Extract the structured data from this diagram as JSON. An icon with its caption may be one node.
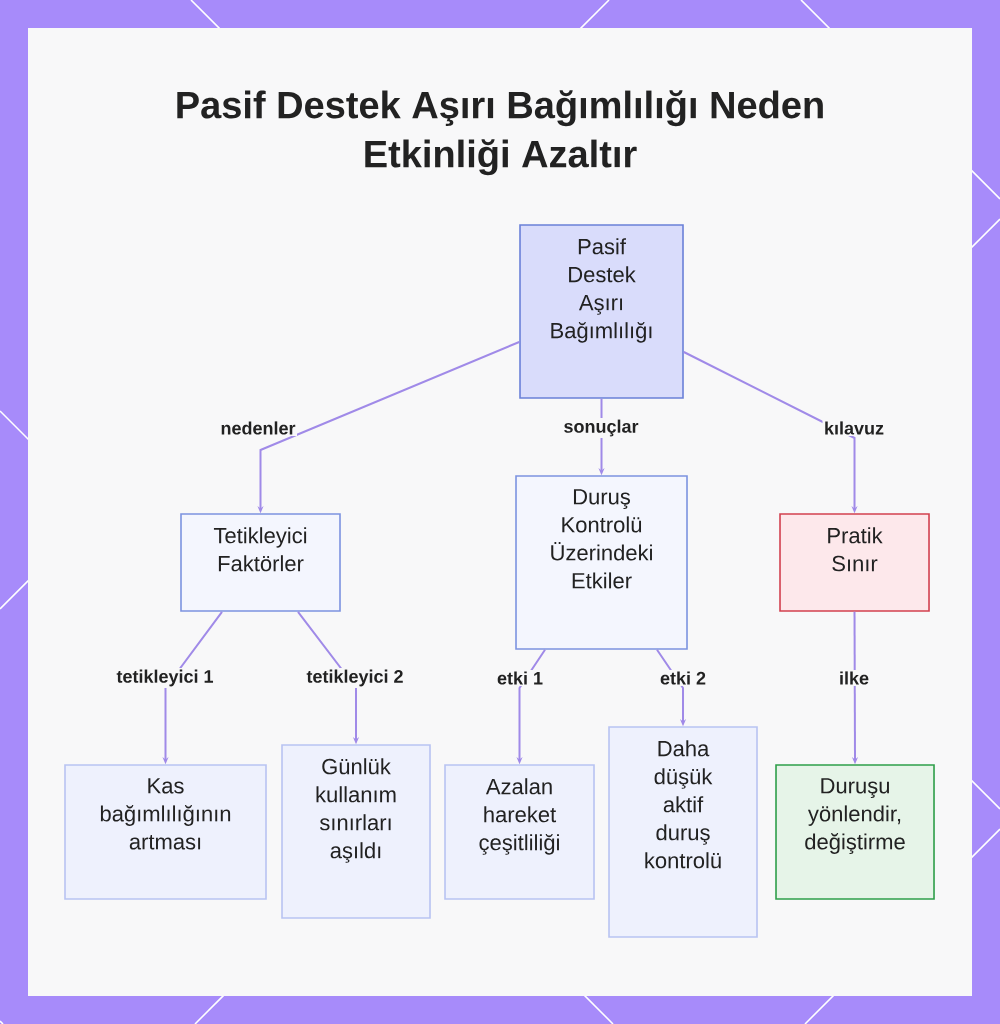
{
  "diagram": {
    "title": "Pasif Destek Aşırı Bağımlılığı Neden Etkinliği Azaltır",
    "nodes": [
      {
        "text": [
          "Pasif Destek Aşırı Bağımlılığı"
        ]
      },
      {
        "text": [
          "Tetikleyici Faktörler"
        ]
      },
      {
        "text": [
          "Duruş Kontrolü Üzerindeki Etkiler"
        ]
      },
      {
        "text": [
          "Pratik Sınır"
        ]
      },
      {
        "text": [
          "Kas bağımlılığının artması"
        ]
      },
      {
        "text": [
          "Günlük kullanım sınırları aşıldı"
        ]
      },
      {
        "text": [
          "Azalan hareket çeşitliliği"
        ]
      },
      {
        "text": [
          "Daha düşük aktif duruş kontrolü"
        ]
      },
      {
        "text": [
          "Duruşu yönlendir, değiştirme"
        ]
      }
    ],
    "edges": [
      {
        "from": 0,
        "to": 1,
        "arrow": "to",
        "label": "nedenler"
      },
      {
        "from": 0,
        "to": 2,
        "arrow": "to",
        "label": "sonuçlar"
      },
      {
        "from": 0,
        "to": 3,
        "arrow": "to",
        "label": "kılavuz"
      },
      {
        "from": 1,
        "to": 4,
        "arrow": "to",
        "label": "tetikleyici 1"
      },
      {
        "from": 1,
        "to": 5,
        "arrow": "to",
        "label": "tetikleyici 2"
      },
      {
        "from": 2,
        "to": 6,
        "arrow": "to",
        "label": "etki 1"
      },
      {
        "from": 2,
        "to": 7,
        "arrow": "to",
        "label": "etki 2"
      },
      {
        "from": 3,
        "to": 8,
        "arrow": "to",
        "label": "ilke"
      }
    ]
  }
}
